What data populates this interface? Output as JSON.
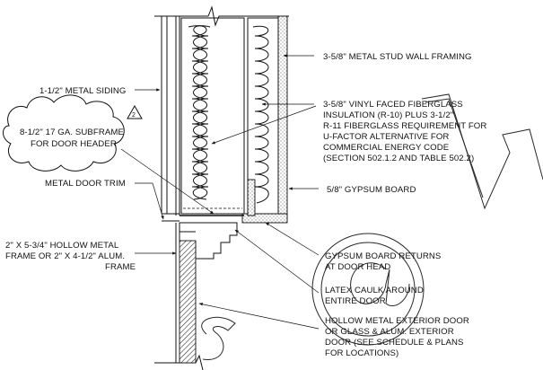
{
  "notes": {
    "stud_framing": "3-5/8\" METAL STUD WALL FRAMING",
    "siding": "1-1/2\" METAL SIDING",
    "insulation": [
      "3-5/8\" VINYL FACED FIBERGLASS",
      "INSULATION (R-10) PLUS 3-1/2\"",
      "R-11 FIBERGLASS REQUIREMENT FOR",
      "U-FACTOR ALTERNATIVE FOR",
      "COMMERCIAL ENERGY CODE",
      "(SECTION 502.1.2 AND TABLE 502.2)"
    ],
    "subframe": [
      "8-1/2\" 17 GA. SUBFRAME",
      "FOR DOOR HEADER"
    ],
    "revision_tag": "2",
    "door_trim": "METAL DOOR TRIM",
    "gypsum_board": "5/8\" GYPSUM BOARD",
    "frame": [
      "2\" X 5-3/4\" HOLLOW METAL",
      "FRAME OR 2\" X 4-1/2\" ALUM.",
      "FRAME"
    ],
    "gypsum_return": [
      "GYPSUM BOARD RETURNS",
      "AT DOOR HEAD"
    ],
    "caulk": [
      "LATEX CAULK AROUND",
      "ENTIRE DOOR"
    ],
    "door": [
      "HOLLOW METAL EXTERIOR DOOR",
      "OR GLASS & ALUM. EXTERIOR",
      "DOOR (SEE SCHEDULE & PLANS",
      "FOR LOCATIONS)"
    ]
  }
}
